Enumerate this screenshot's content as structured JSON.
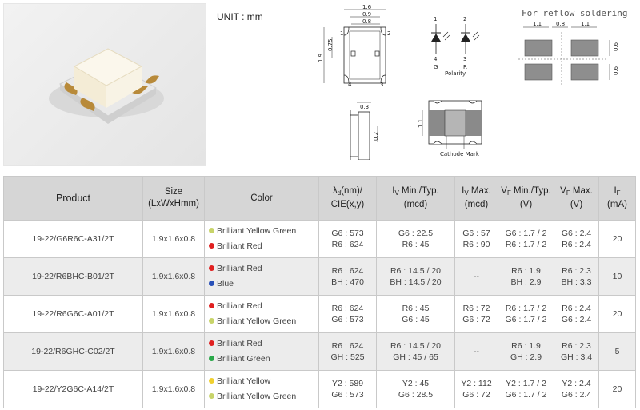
{
  "unit_label": "UNIT : mm",
  "drawing": {
    "top_dims": [
      "1.6",
      "0.9",
      "0.8"
    ],
    "left_dims": [
      "0.75",
      "1.9"
    ],
    "pad_numbers": [
      "1",
      "2",
      "3",
      "4"
    ],
    "side_dims": [
      "0.3",
      "0.2"
    ],
    "polarity": {
      "pins_top": [
        "1",
        "2"
      ],
      "pins_bottom": [
        "4",
        "3"
      ],
      "letters": [
        "G",
        "R"
      ],
      "label": "Polarity"
    },
    "bottom_view": {
      "dim": "1.1",
      "label": "Cathode Mark"
    },
    "reflow": {
      "title": "For reflow soldering",
      "dims_top": [
        "1.1",
        "0.8",
        "1.1"
      ],
      "dims_right": [
        "0.6",
        "0.6"
      ]
    }
  },
  "table": {
    "headers": {
      "product": "Product",
      "size": "Size",
      "size_sub": "(LxWxHmm)",
      "color": "Color",
      "lambda_sym": "λ",
      "lambda_sub": "d",
      "lambda_rest": "(nm)/",
      "lambda_line2": "CIE(x,y)",
      "iv_min_sym": "I",
      "iv_min_sub": "V",
      "iv_min_rest": " Min./Typ.",
      "iv_min_line2": "(mcd)",
      "iv_max_sym": "I",
      "iv_max_sub": "V",
      "iv_max_rest": " Max.",
      "iv_max_line2": "(mcd)",
      "vf_min_sym": "V",
      "vf_min_sub": "F",
      "vf_min_rest": " Min./Typ.",
      "vf_min_line2": "(V)",
      "vf_max_sym": "V",
      "vf_max_sub": "F",
      "vf_max_rest": " Max.",
      "vf_max_line2": "(V)",
      "if_sym": "I",
      "if_sub": "F",
      "if_line2": "(mA)"
    },
    "rows": [
      {
        "product": "19-22/G6R6C-A31/2T",
        "size": "1.9x1.6x0.8",
        "colors": [
          {
            "name": "Brilliant Yellow Green",
            "dot": "#c8d46a"
          },
          {
            "name": "Brilliant Red",
            "dot": "#e02020"
          }
        ],
        "lambda": [
          "G6 : 573",
          "R6 : 624"
        ],
        "iv_min": [
          "G6 : 22.5",
          "R6 : 45"
        ],
        "iv_max": [
          "G6 : 57",
          "R6 : 90"
        ],
        "vf_min": [
          "G6 : 1.7 / 2",
          "R6 : 1.7 / 2"
        ],
        "vf_max": [
          "G6 : 2.4",
          "R6 : 2.4"
        ],
        "if": "20"
      },
      {
        "product": "19-22/R6BHC-B01/2T",
        "size": "1.9x1.6x0.8",
        "colors": [
          {
            "name": "Brilliant Red",
            "dot": "#e02020"
          },
          {
            "name": "Blue",
            "dot": "#2850b8"
          }
        ],
        "lambda": [
          "R6 : 624",
          "BH : 470"
        ],
        "iv_min": [
          "R6 : 14.5 / 20",
          "BH : 14.5 / 20"
        ],
        "iv_max": [
          "--"
        ],
        "vf_min": [
          "R6 : 1.9",
          "BH : 2.9"
        ],
        "vf_max": [
          "R6 : 2.3",
          "BH : 3.3"
        ],
        "if": "10"
      },
      {
        "product": "19-22/R6G6C-A01/2T",
        "size": "1.9x1.6x0.8",
        "colors": [
          {
            "name": "Brilliant Red",
            "dot": "#e02020"
          },
          {
            "name": "Brilliant Yellow Green",
            "dot": "#c8d46a"
          }
        ],
        "lambda": [
          "R6 : 624",
          "G6 : 573"
        ],
        "iv_min": [
          "R6 : 45",
          "G6 : 45"
        ],
        "iv_max": [
          "R6 : 72",
          "G6 : 72"
        ],
        "vf_min": [
          "R6 : 1.7 / 2",
          "G6 : 1.7 / 2"
        ],
        "vf_max": [
          "R6 : 2.4",
          "G6 : 2.4"
        ],
        "if": "20"
      },
      {
        "product": "19-22/R6GHC-C02/2T",
        "size": "1.9x1.6x0.8",
        "colors": [
          {
            "name": "Brilliant Red",
            "dot": "#e02020"
          },
          {
            "name": "Brilliant Green",
            "dot": "#2aa84a"
          }
        ],
        "lambda": [
          "R6 : 624",
          "GH : 525"
        ],
        "iv_min": [
          "R6 : 14.5 / 20",
          "GH : 45 / 65"
        ],
        "iv_max": [
          "--"
        ],
        "vf_min": [
          "R6 : 1.9",
          "GH : 2.9"
        ],
        "vf_max": [
          "R6 : 2.3",
          "GH : 3.4"
        ],
        "if": "5"
      },
      {
        "product": "19-22/Y2G6C-A14/2T",
        "size": "1.9x1.6x0.8",
        "colors": [
          {
            "name": "Brilliant Yellow",
            "dot": "#f0d030"
          },
          {
            "name": "Brilliant Yellow Green",
            "dot": "#c8d46a"
          }
        ],
        "lambda": [
          "Y2 : 589",
          "G6 : 573"
        ],
        "iv_min": [
          "Y2 : 45",
          "G6 : 28.5"
        ],
        "iv_max": [
          "Y2 : 112",
          "G6 : 72"
        ],
        "vf_min": [
          "Y2 : 1.7 / 2",
          "G6 : 1.7 / 2"
        ],
        "vf_max": [
          "Y2 : 2.4",
          "G6 : 2.4"
        ],
        "if": "20"
      }
    ]
  }
}
